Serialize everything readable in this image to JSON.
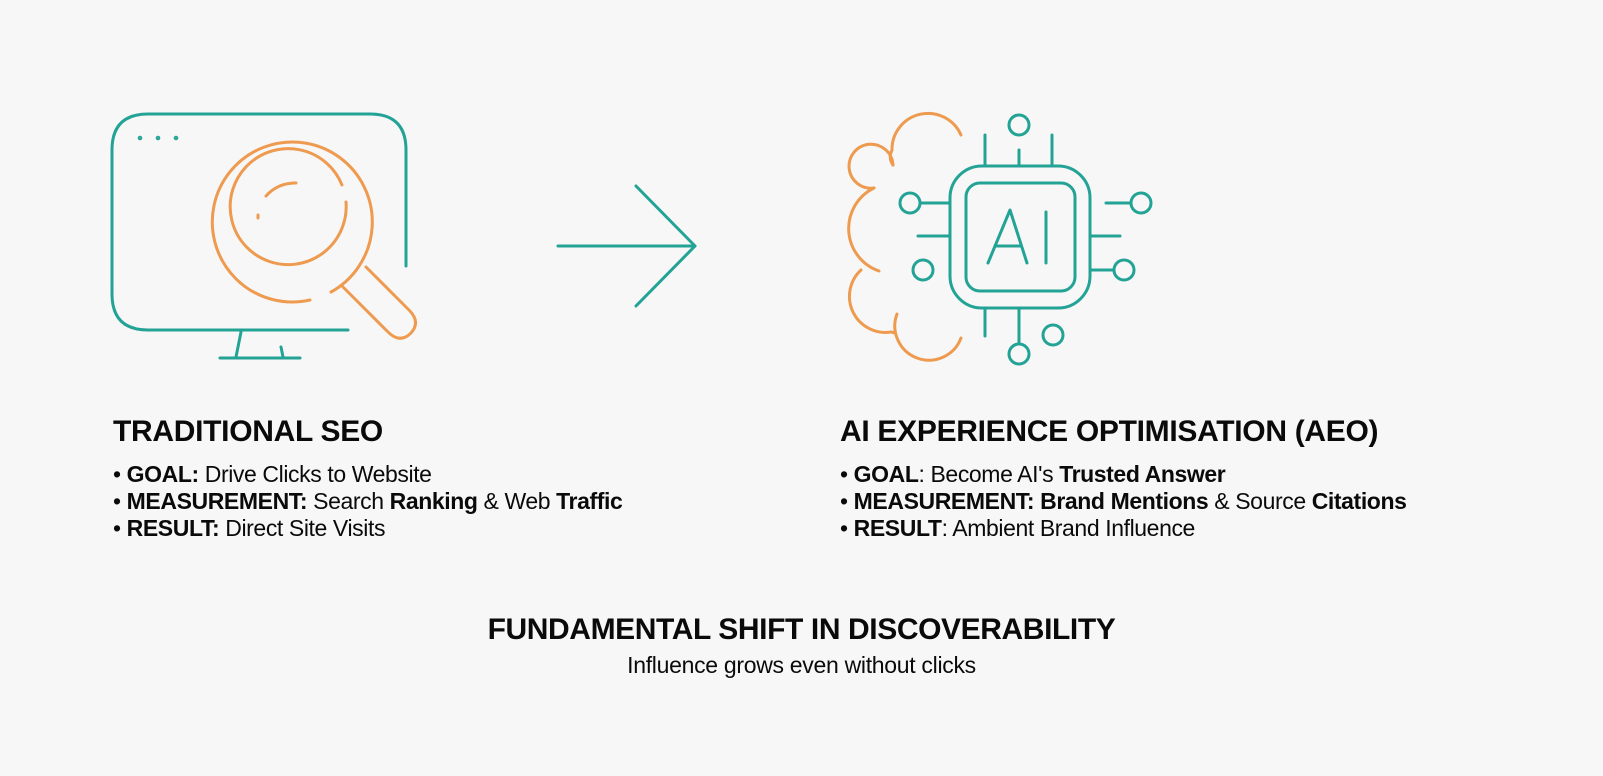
{
  "colors": {
    "background": "#f7f7f7",
    "teal": "#23a396",
    "orange": "#ee9a4f",
    "text": "#0a0a0a"
  },
  "icons": {
    "left": "monitor-with-magnifying-glass-icon",
    "middle": "arrow-right-icon",
    "right": "ai-chip-brain-icon",
    "chip_label": "AI"
  },
  "left": {
    "title": "TRADITIONAL SEO",
    "items": [
      {
        "bullet": "•",
        "segments": [
          {
            "text": "GOAL:",
            "bold": true
          },
          {
            "text": " Drive Clicks to Website",
            "bold": false
          }
        ]
      },
      {
        "bullet": "•",
        "segments": [
          {
            "text": "MEASUREMENT:",
            "bold": true
          },
          {
            "text": " Search ",
            "bold": false
          },
          {
            "text": "Ranking",
            "bold": true
          },
          {
            "text": " & Web ",
            "bold": false
          },
          {
            "text": "Traffic",
            "bold": true
          }
        ]
      },
      {
        "bullet": "•",
        "segments": [
          {
            "text": "RESULT:",
            "bold": true
          },
          {
            "text": " Direct Site Visits",
            "bold": false
          }
        ]
      }
    ]
  },
  "right": {
    "title": "AI EXPERIENCE OPTIMISATION (AEO)",
    "items": [
      {
        "bullet": "•",
        "segments": [
          {
            "text": "GOAL",
            "bold": true
          },
          {
            "text": ": Become AI's ",
            "bold": false
          },
          {
            "text": "Trusted Answer",
            "bold": true
          }
        ]
      },
      {
        "bullet": "•",
        "segments": [
          {
            "text": "MEASUREMENT: Brand Mentions",
            "bold": true
          },
          {
            "text": " & Source ",
            "bold": false
          },
          {
            "text": "Citations",
            "bold": true
          }
        ]
      },
      {
        "bullet": "•",
        "segments": [
          {
            "text": "RESULT",
            "bold": true
          },
          {
            "text": ": Ambient Brand Influence",
            "bold": false
          }
        ]
      }
    ]
  },
  "footer": {
    "title": "FUNDAMENTAL SHIFT IN DISCOVERABILITY",
    "subtitle": "Influence grows even without clicks"
  }
}
